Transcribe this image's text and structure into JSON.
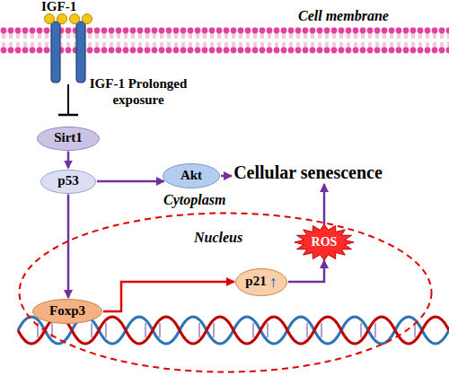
{
  "diagram": {
    "nodes": [
      {
        "text": [
          "Sirt1"
        ]
      },
      {
        "text": [
          "p53"
        ]
      },
      {
        "text": [
          "Akt"
        ]
      },
      {
        "text": [
          "Cellular senescence"
        ]
      },
      {
        "text": [
          "ROS"
        ]
      },
      {
        "text": [
          "Nucleus"
        ]
      },
      {
        "text": [
          "Foxp3"
        ],
        "in": 5
      },
      {
        "text": [
          "p21",
          "↑"
        ],
        "in": 5
      }
    ],
    "edges": [
      {
        "from": 0,
        "to": 1,
        "arrow": "to"
      },
      {
        "from": 1,
        "to": 2,
        "arrow": "to"
      },
      {
        "from": 2,
        "to": 3,
        "arrow": "to"
      },
      {
        "from": 1,
        "to": 6,
        "arrow": "to"
      },
      {
        "from": 6,
        "to": 7,
        "arrow": "to"
      },
      {
        "from": 7,
        "to": 4,
        "arrow": "to"
      },
      {
        "from": 4,
        "to": 3,
        "arrow": "to"
      }
    ],
    "labels": [
      "IGF-1",
      "Cell membrane",
      "IGF-1 Prolonged exposure",
      "Cytoplasm"
    ]
  }
}
